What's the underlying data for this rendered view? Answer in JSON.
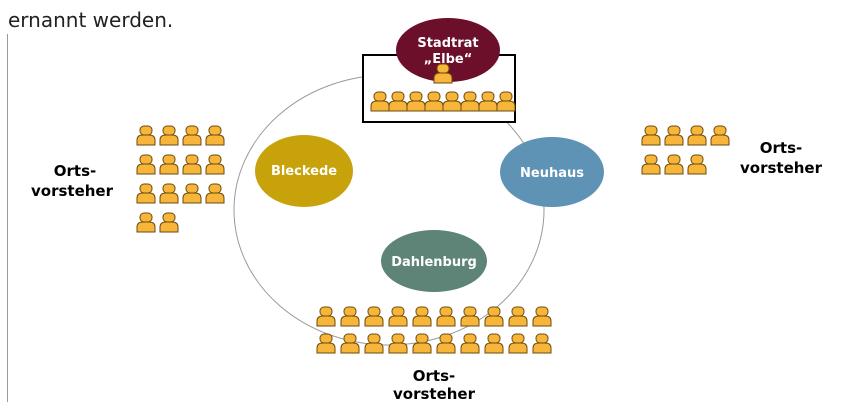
{
  "intro_text": "ernannt werden.",
  "council": {
    "line1": "Stadtrat",
    "line2": "„Elbe“",
    "color": "#6b0f2a"
  },
  "districts": [
    {
      "key": "bleckede",
      "label": "Bleckede",
      "color": "#c8a20a"
    },
    {
      "key": "neuhaus",
      "label": "Neuhaus",
      "color": "#5f93b5"
    },
    {
      "key": "dahlenburg",
      "label": "Dahlenburg",
      "color": "#5d8476"
    }
  ],
  "groups": {
    "left": {
      "line1": "Orts-",
      "line2": "vorsteher"
    },
    "right": {
      "line1": "Orts-",
      "line2": "vorsteher"
    },
    "bottom": {
      "line1": "Orts-",
      "line2": "vorsteher"
    }
  },
  "colors": {
    "person_fill": "#f7b63a",
    "person_stroke": "#6b4a10",
    "circle_stroke": "#9a9a9a"
  },
  "icons": {
    "person": "person-icon"
  }
}
